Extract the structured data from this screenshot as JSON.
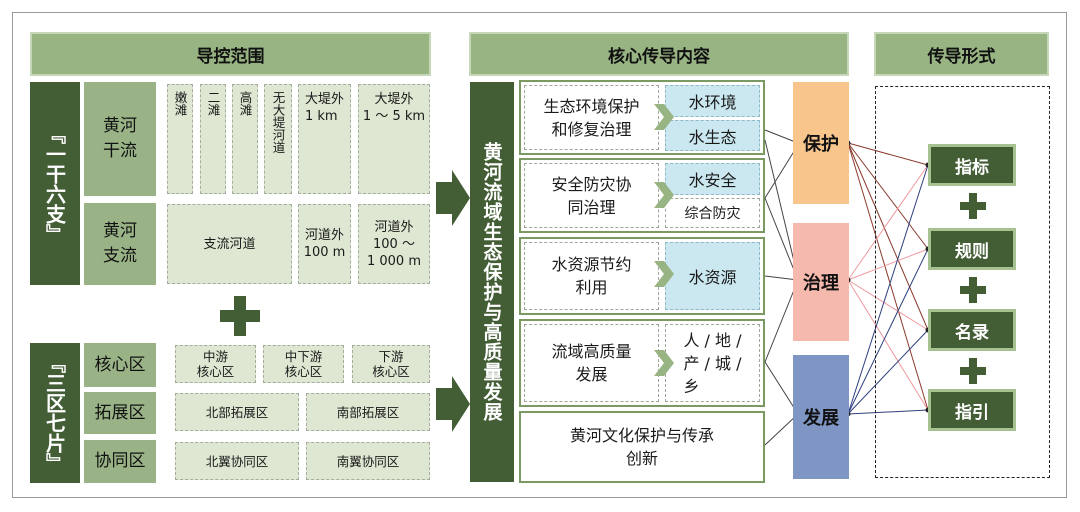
{
  "headers": {
    "scope": "导控范围",
    "core": "核心传导内容",
    "form": "传导形式"
  },
  "left_top": {
    "side_label": "『一干六支』",
    "rows": [
      {
        "label": "黄河\n干流",
        "cells": [
          "嫩滩",
          "二滩",
          "高滩",
          "无大堤河道",
          "大堤外\n1 km",
          "大堤外\n1 ～ 5 km"
        ]
      },
      {
        "label": "黄河\n支流",
        "cells": [
          "支流河道",
          "河道外\n100 m",
          "河道外\n100 ～\n1 000 m"
        ]
      }
    ]
  },
  "plus_symbol": "✚",
  "left_bottom": {
    "side_label": "『三区七片』",
    "rows": [
      {
        "label": "核心区",
        "cells": [
          "中游\n核心区",
          "中下游\n核心区",
          "下游\n核心区"
        ]
      },
      {
        "label": "拓展区",
        "cells": [
          "北部拓展区",
          "南部拓展区"
        ]
      },
      {
        "label": "协同区",
        "cells": [
          "北翼协同区",
          "南翼协同区"
        ]
      }
    ]
  },
  "center_label": "黄河流域生态保护与高质量发展",
  "content_groups": [
    {
      "main": "生态环境保护\n和修复治理",
      "items": [
        "水环境",
        "水生态"
      ]
    },
    {
      "main": "安全防灾协\n同治理",
      "items": [
        "水安全",
        "综合防灾"
      ]
    },
    {
      "main": "水资源节约\n利用",
      "items": [
        "水资源"
      ]
    },
    {
      "main": "流域高质量\n发展",
      "items": [
        "人 / 地 /\n产 / 城 /\n乡"
      ]
    },
    {
      "main": "黄河文化保护与传承\n创新",
      "items": []
    }
  ],
  "goals": [
    "保护",
    "治理",
    "发展"
  ],
  "goal_colors": [
    "#f8c58d",
    "#f5b9ad",
    "#7f96c4"
  ],
  "forms": [
    "指标",
    "规则",
    "名录",
    "指引"
  ],
  "link_colors": {
    "brown": "#8a3a2c",
    "pink": "#f09aa0",
    "navy": "#2d3f7d"
  }
}
